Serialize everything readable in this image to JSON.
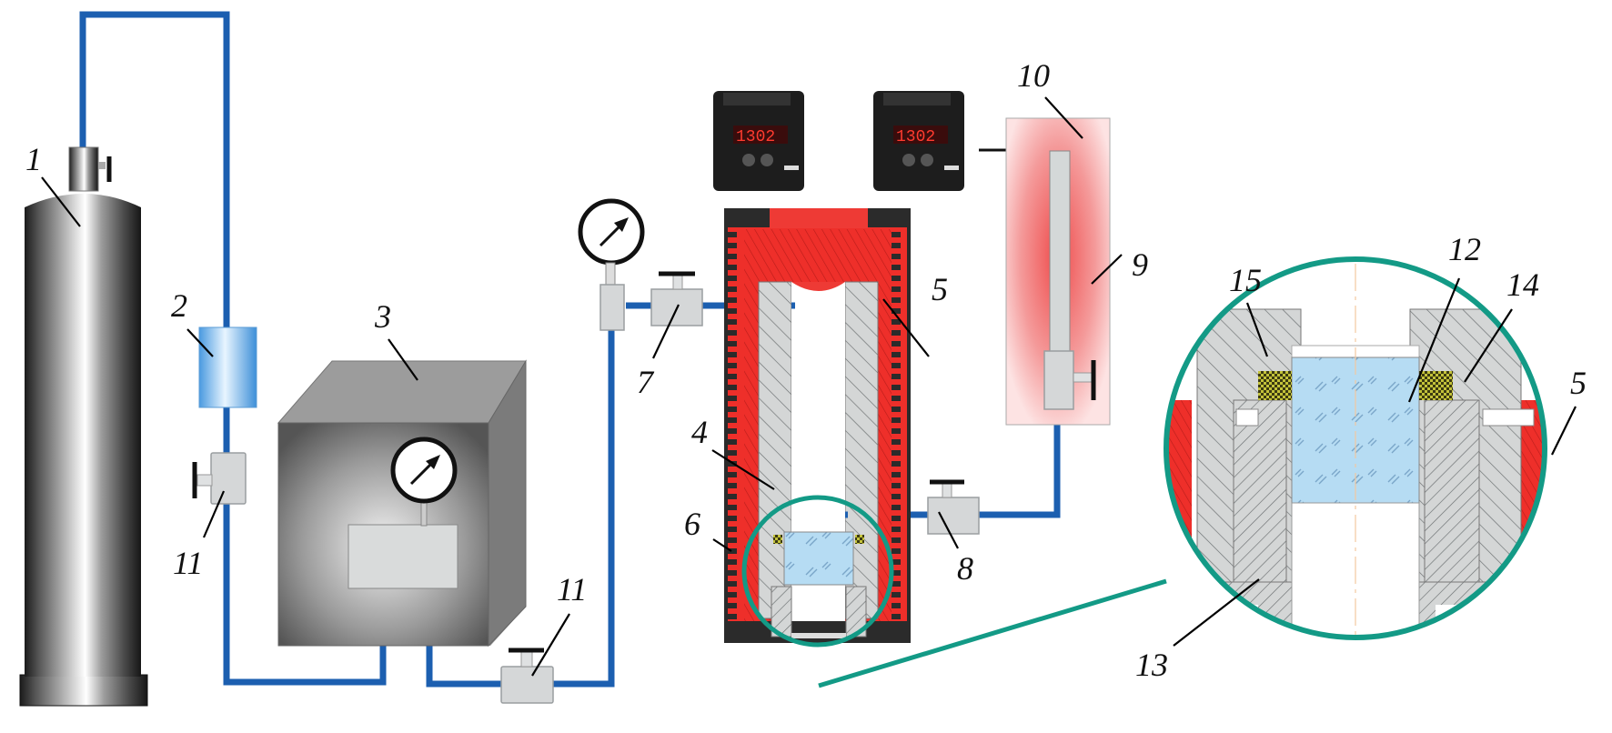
{
  "figure": {
    "type": "experimental setup schematic",
    "colors": {
      "pipe": "#1c5fb0",
      "heater": "#e8322d",
      "steel_hatch": "#d4d6d6",
      "sample_glass": "#b6dcf3",
      "gasket": "#b5b52a",
      "detail_circle": "#139a86",
      "oven_glow": "#f06d6d"
    }
  },
  "labels": {
    "l1": "1",
    "l2": "2",
    "l3": "3",
    "l4": "4",
    "l5a": "5",
    "l5b": "5",
    "l6": "6",
    "l7": "7",
    "l8": "8",
    "l9": "9",
    "l10": "10",
    "l11a": "11",
    "l11b": "11",
    "l12": "12",
    "l13": "13",
    "l14": "14",
    "l15": "15"
  },
  "controllers": [
    {
      "display": "1302"
    },
    {
      "display": "1302"
    }
  ]
}
